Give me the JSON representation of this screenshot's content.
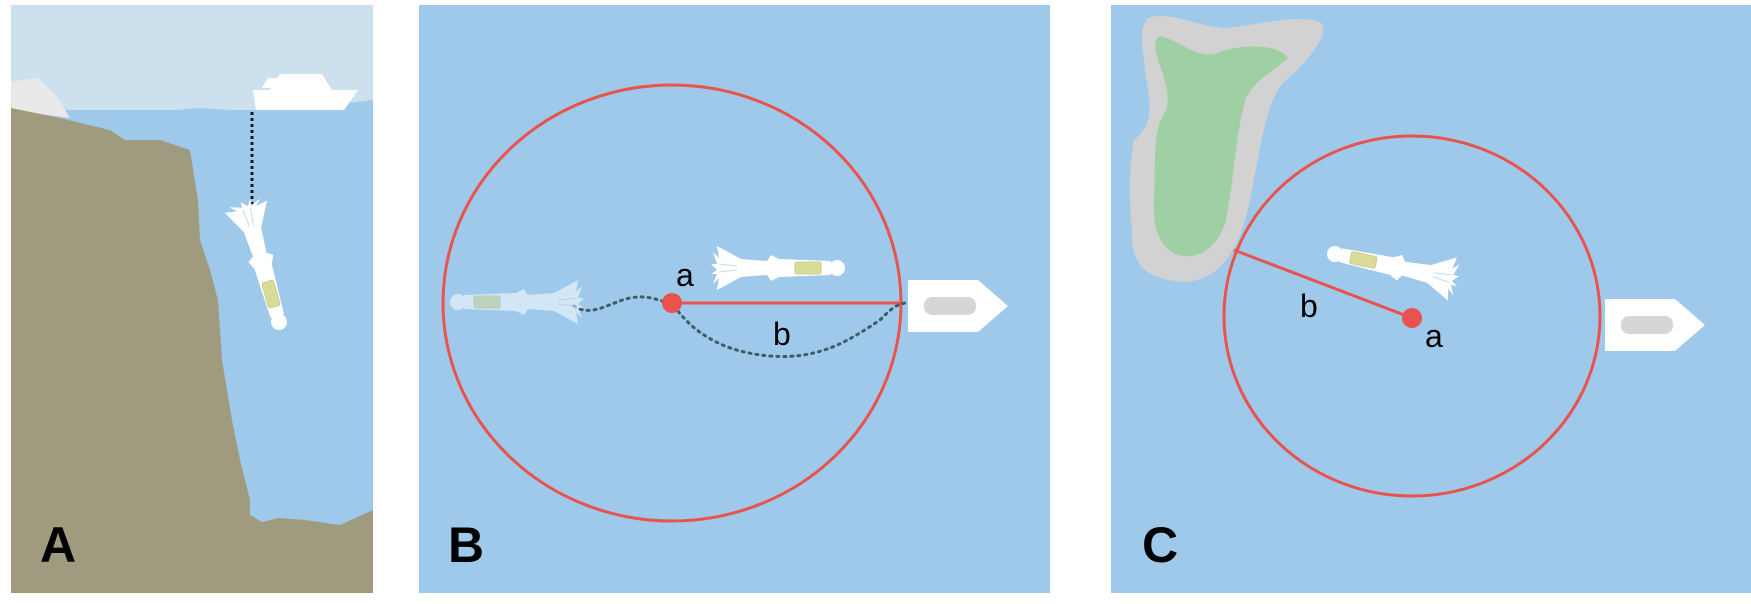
{
  "panels": [
    {
      "letter": "A"
    },
    {
      "letter": "B",
      "point_label": "a",
      "radius_label": "b"
    },
    {
      "letter": "C",
      "point_label": "a",
      "radius_label": "b"
    }
  ],
  "colors": {
    "water": "#9fc9eb",
    "sky": "#cde0ee",
    "seabed": "#a09a7e",
    "radius": "#e8534d",
    "island_land": "#9fd0a4",
    "island_shallows": "#d2d2d2",
    "boat": "#ffffff",
    "diver_tank": "#d8dc98"
  },
  "icons": [
    "boat-icon",
    "diver-icon",
    "island-icon"
  ]
}
